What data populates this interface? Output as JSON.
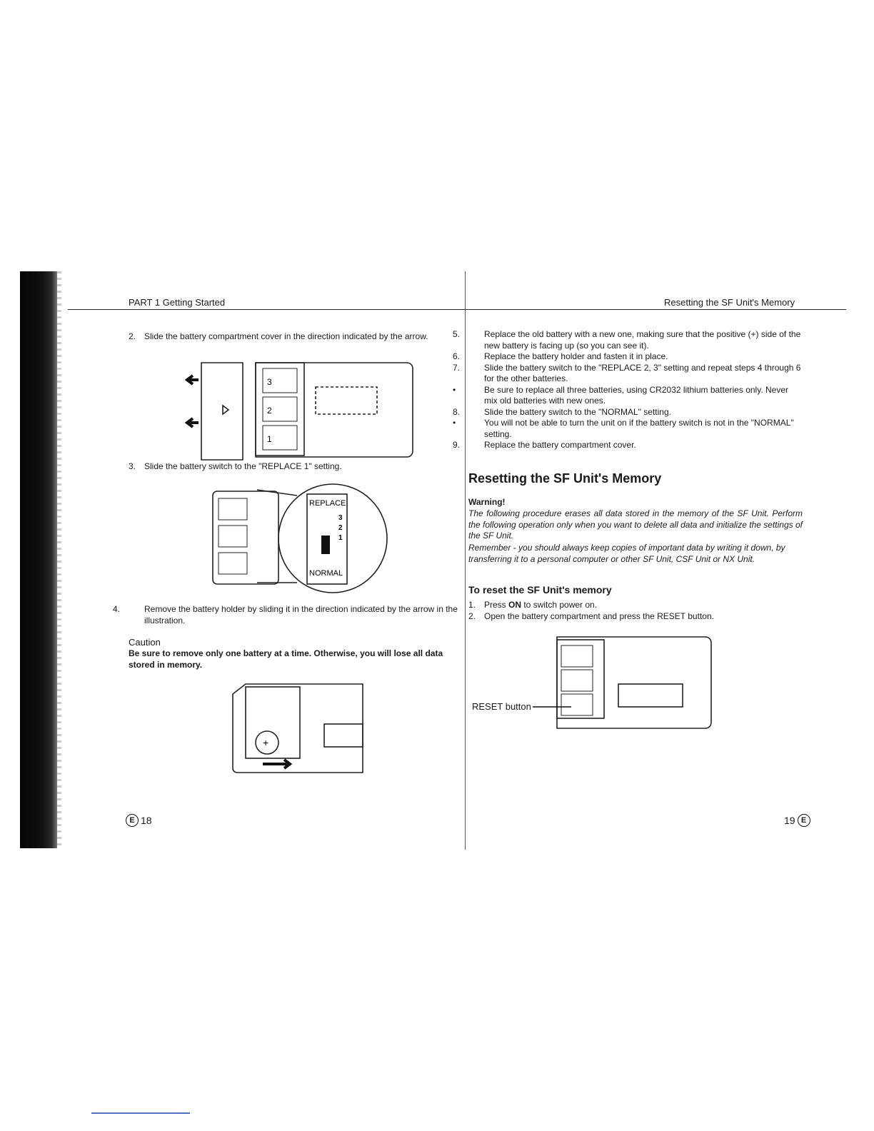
{
  "header": {
    "left": "PART 1  Getting Started",
    "right": "Resetting the SF Unit's Memory"
  },
  "left": {
    "step2": {
      "num": "2.",
      "text": "Slide the battery compartment cover in the direction indicated by the arrow."
    },
    "step3": {
      "num": "3.",
      "text": "Slide the battery switch to the \"REPLACE 1\" setting."
    },
    "fig_switch": {
      "replace": "REPLACE",
      "normal": "NORMAL",
      "pos1": "1",
      "pos2": "2",
      "pos3": "3"
    },
    "step4": {
      "num": "4.",
      "text": "Remove the battery holder by sliding it in the direction indicated by the arrow in the illustration."
    },
    "caution": {
      "title": "Caution",
      "text": "Be sure to remove only one battery at a time. Otherwise, you will lose all data stored in memory."
    },
    "battery_labels": [
      "3",
      "2",
      "1"
    ],
    "plus": "+",
    "page_letter": "E",
    "page_num": "18"
  },
  "right": {
    "steps": [
      {
        "num": "5.",
        "text": "Replace the old battery with a new one, making sure that the positive (+) side of the new battery is facing up (so you can see it)."
      },
      {
        "num": "6.",
        "text": "Replace the battery holder and fasten it in place."
      },
      {
        "num": "7.",
        "text": "Slide the battery switch to the \"REPLACE 2, 3\" setting and repeat steps 4 through 6 for the other batteries."
      },
      {
        "num": "•",
        "text": "Be sure to replace all three batteries, using CR2032 lithium batteries only. Never mix old batteries with new ones."
      },
      {
        "num": "8.",
        "text": "Slide the battery switch to the \"NORMAL\" setting."
      },
      {
        "num": "•",
        "text": "You will not be able to turn the unit on if the battery switch is not in the \"NORMAL\" setting."
      },
      {
        "num": "9.",
        "text": "Replace the battery compartment cover."
      }
    ],
    "section_title": "Resetting the SF Unit's Memory",
    "warning": {
      "title": "Warning!",
      "text": "The following procedure erases all data stored in the memory of the SF Unit. Perform the following operation only when you want to delete all data and initialize the settings of the SF Unit.",
      "remember": "Remember - you should always keep copies of important data by writing it down, by transferring it to a personal computer or other SF Unit, CSF Unit or NX Unit."
    },
    "subsection_title": "To reset the SF Unit's memory",
    "reset_steps": [
      {
        "num": "1.",
        "pre": "Press ",
        "key": "ON",
        "post": " to switch power on."
      },
      {
        "num": "2.",
        "pre": "Open the battery compartment and press the RESET button.",
        "key": "",
        "post": ""
      }
    ],
    "reset_label": "RESET button",
    "page_letter": "E",
    "page_num": "19"
  }
}
